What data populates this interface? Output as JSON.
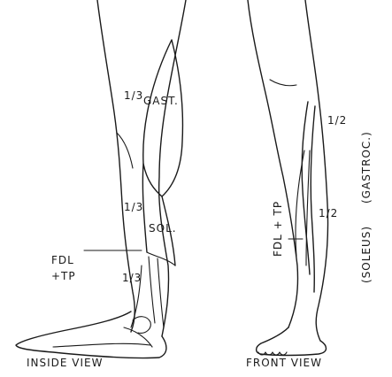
{
  "views": {
    "inside": {
      "caption": "INSIDE VIEW",
      "labels": {
        "gast": "GAST.",
        "sol": "SOL.",
        "fdl": "FDL",
        "tp": "+TP"
      },
      "fractions": {
        "upper": "1/3",
        "middle": "1/3",
        "lower": "1/3"
      }
    },
    "front": {
      "caption": "FRONT VIEW",
      "labels": {
        "fdl_tp": "FDL + TP",
        "soleus": "(SOLEUS)",
        "gastroc": "(GASTROC.)"
      },
      "fractions": {
        "upper": "1/2",
        "lower": "1/2"
      }
    }
  }
}
